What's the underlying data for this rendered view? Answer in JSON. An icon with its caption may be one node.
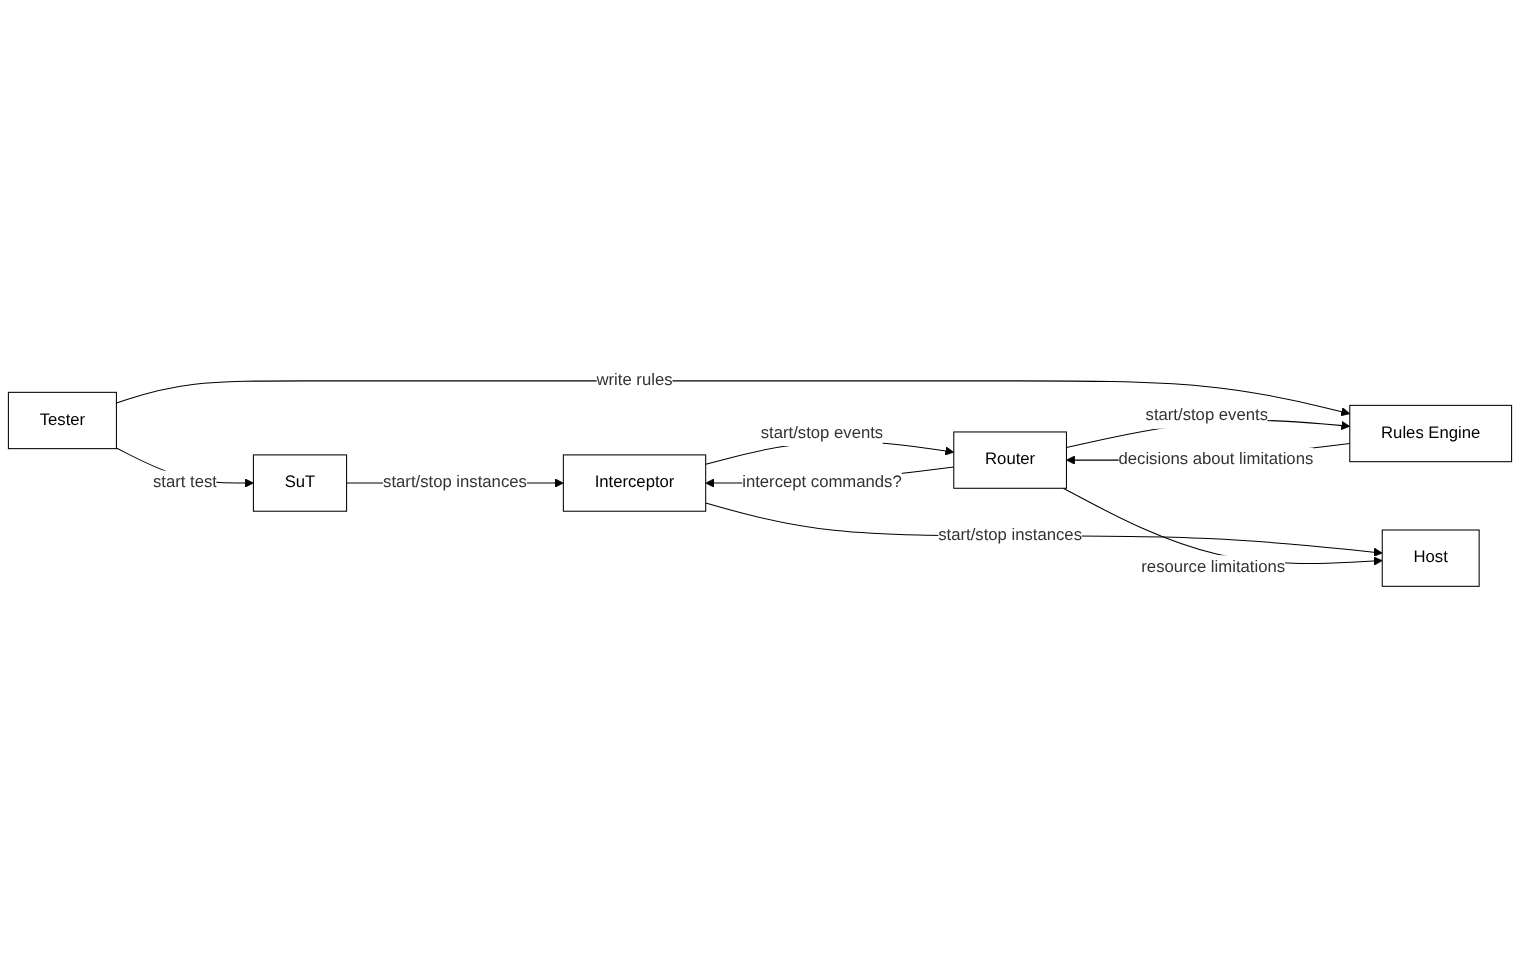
{
  "diagram": {
    "nodes": [
      {
        "text": [
          "Tester"
        ]
      },
      {
        "text": [
          "SuT"
        ]
      },
      {
        "text": [
          "Rules Engine"
        ]
      },
      {
        "text": [
          "Router"
        ]
      },
      {
        "text": [
          "Interceptor"
        ]
      },
      {
        "text": [
          "Host"
        ]
      }
    ],
    "edges": [
      {
        "from": 0,
        "to": 1,
        "arrow": "to",
        "label": "start test"
      },
      {
        "from": 0,
        "to": 2,
        "arrow": "to",
        "label": "write rules"
      },
      {
        "from": 1,
        "to": 4,
        "arrow": "to",
        "label": "start/stop instances"
      },
      {
        "from": 3,
        "to": 2,
        "arrow": "to",
        "label": "start/stop events"
      },
      {
        "from": 2,
        "to": 3,
        "arrow": "to",
        "label": "decisions about limitations"
      },
      {
        "from": 4,
        "to": 3,
        "arrow": "to",
        "label": "start/stop events"
      },
      {
        "from": 3,
        "to": 4,
        "arrow": "to",
        "label": "intercept commands?"
      },
      {
        "from": 4,
        "to": 5,
        "arrow": "to",
        "label": "start/stop instances"
      },
      {
        "from": 3,
        "to": 5,
        "arrow": "to",
        "label": "resource limitations"
      }
    ]
  }
}
